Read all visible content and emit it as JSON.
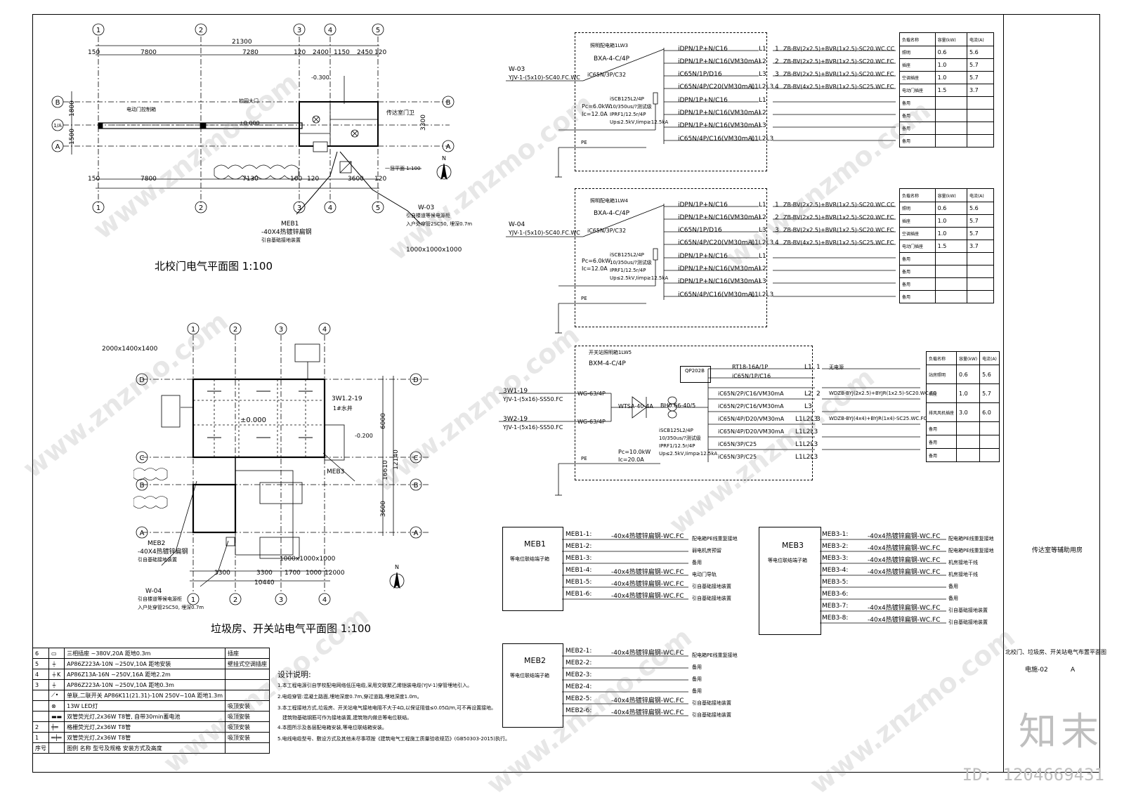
{
  "plan1": {
    "title": "北校门电气平面图 1:100",
    "axes_top": [
      "①",
      "②",
      "③",
      "④",
      "⑤"
    ],
    "axes_side": [
      "Ⓑ",
      "1/A",
      "Ⓐ"
    ],
    "dims_total": "21300",
    "dims_top": [
      "150",
      "7800",
      "7280",
      "120",
      "2400",
      "1150",
      "2450",
      "120"
    ],
    "dims_bottom": [
      "150",
      "7800",
      "7130",
      "100",
      "120",
      "3600",
      "120"
    ],
    "dims_side": [
      "1800",
      "1500",
      "3300"
    ],
    "notes": [
      "MEB1",
      "-40X4热镀锌扁钢",
      "引自基础接地装置",
      "W-03",
      "引自楼道等候电源柜",
      "入户处穿管2SC50, 埋深0.7m",
      "1000x1000x1000",
      "传达室门卫",
      "-0.300",
      "±0.000",
      "校园大门",
      "电动门控制箱",
      "一层平面 1:100"
    ]
  },
  "plan2": {
    "title": "垃圾房、开关站电气平面图 1:100",
    "axes_top": [
      "①",
      "②",
      "③",
      "④"
    ],
    "axes_side": [
      "Ⓓ",
      "Ⓒ",
      "Ⓑ",
      "Ⓐ"
    ],
    "dims_bottom": [
      "3300",
      "3300",
      "1700",
      "1000",
      "12000",
      "10440"
    ],
    "dims_side": [
      "6000",
      "3600",
      "12140",
      "16610"
    ],
    "notes": [
      "MEB2",
      "-40X4热镀锌扁钢",
      "引自基础接地装置",
      "W-04",
      "引自楼道等候电源柜",
      "入户处穿管2SC50, 埋深0.7m",
      "MEB3",
      "1000x1000x1000",
      "2000x1400x1400",
      "3W1.2-19",
      "±0.000",
      "-0.200",
      "1#水井"
    ]
  },
  "schem1": {
    "panel": "照明配电箱1LW3",
    "box": "BXA-4-C/4P",
    "feeder": "W-03",
    "cable": "YJV-1-(5x10)-SC40.FC.WC",
    "breaker": "iC65N/3P/C32",
    "spd": [
      "iSCB125L2/4P",
      "10/350us/?测试级",
      "IPRF1/12.5r/4P",
      "Up≤2.5kV,Iimp≥12.5kA"
    ],
    "pc": "Pc=6.0kW",
    "ic": "Ic=12.0A",
    "pe": "PE",
    "circuits": [
      {
        "br": "iDPN/1P+N/C16",
        "ph": "L1",
        "no": "1",
        "cable": "ZB-BV(2x2.5)+BVR(1x2.5)-SC20.WC.CC"
      },
      {
        "br": "iDPN/1P+N/C16(VM30mA)",
        "ph": "L2",
        "no": "2",
        "cable": "ZB-BV(2x2.5)+BVR(1x2.5)-SC20.WC.FC"
      },
      {
        "br": "iC65N/1P/D16",
        "ph": "L3",
        "no": "3",
        "cable": "ZB-BV(2x2.5)+BVR(1x2.5)-SC20.WC.FC"
      },
      {
        "br": "iC65N/4P/C20(VM30mA)",
        "ph": "L1L2L3",
        "no": "4",
        "cable": "ZB-BV(4x2.5)+BVR(1x2.5)-SC25.WC.FC"
      },
      {
        "br": "iDPN/1P+N/C16",
        "ph": "L1",
        "no": "",
        "cable": ""
      },
      {
        "br": "iDPN/1P+N/C16(VM30mA)",
        "ph": "L2",
        "no": "",
        "cable": ""
      },
      {
        "br": "iDPN/1P+N/C16(VM30mA)",
        "ph": "L3",
        "no": "",
        "cable": ""
      },
      {
        "br": "iC65N/4P/C16(VM30mA)",
        "ph": "L1L2L3",
        "no": "",
        "cable": ""
      }
    ],
    "table_head": [
      "负载名称",
      "容量(kW)",
      "电流(A)"
    ],
    "table": [
      [
        "照明",
        "0.6",
        "5.6"
      ],
      [
        "插座",
        "1.0",
        "5.7"
      ],
      [
        "空调插座",
        "1.0",
        "5.7"
      ],
      [
        "电动门插座",
        "1.5",
        "3.7"
      ],
      [
        "备用",
        "",
        ""
      ],
      [
        "备用",
        "",
        ""
      ],
      [
        "备用",
        "",
        ""
      ],
      [
        "备用",
        "",
        ""
      ]
    ]
  },
  "schem2": {
    "panel": "照明配电箱1LW4",
    "box": "BXA-4-C/4P",
    "feeder": "W-04",
    "cable": "YJV-1-(5x10)-SC40.FC.WC",
    "breaker": "iC65N/3P/C32",
    "pc": "Pc=6.0kW",
    "ic": "Ic=12.0A",
    "pe": "PE",
    "table": [
      [
        "照明",
        "0.6",
        "5.6"
      ],
      [
        "插座",
        "1.0",
        "5.7"
      ],
      [
        "空调插座",
        "1.0",
        "5.7"
      ],
      [
        "电动门插座",
        "1.5",
        "3.7"
      ],
      [
        "备用",
        "",
        ""
      ],
      [
        "备用",
        "",
        ""
      ],
      [
        "备用",
        "",
        ""
      ],
      [
        "备用",
        "",
        ""
      ]
    ]
  },
  "schem3": {
    "panel": "开关站照明箱1LW5",
    "box": "BXM-4-C/4P",
    "feed1": "3W1-19",
    "feed2": "3W2-19",
    "cable": "YJV-1-(5x16)-SS50.FC",
    "sw": "WG-63/4P",
    "ats": "WTSA-40-4A",
    "spd": "BH0.66-40/5",
    "qp": "QP202B",
    "pc": "Pc=10.0kW",
    "ic": "Ic=20.0A",
    "pe": "PE",
    "circuits": [
      {
        "br": "RT18-16A/1P",
        "ph": "L1",
        "no": "1",
        "cable": "无电源"
      },
      {
        "br": "iC65N/1P/C16",
        "ph": "",
        "no": "",
        "cable": ""
      },
      {
        "br": "iC65N/2P/C16/VM30mA",
        "ph": "L2",
        "no": "2",
        "cable": "WDZB-BYJ(2x2.5)+BYJR(1x2.5)-SC20.WC.FC"
      },
      {
        "br": "iC65N/2P/C16/VM30mA",
        "ph": "L3",
        "no": "",
        "cable": ""
      },
      {
        "br": "iC65N/4P/D20/VM30mA",
        "ph": "L1L2L3",
        "no": "3",
        "cable": "WDZB-BYJ(4x4)+BYJR(1x4)-SC25.WC.FC"
      },
      {
        "br": "iC65N/4P/D20/VM30mA",
        "ph": "L1L2L3",
        "no": "",
        "cable": ""
      },
      {
        "br": "iC65N/3P/C25",
        "ph": "L1L2L3",
        "no": "",
        "cable": ""
      },
      {
        "br": "iC65N/3P/C25",
        "ph": "L1L2L3",
        "no": "",
        "cable": ""
      }
    ],
    "table": [
      [
        "站房照明",
        "0.6",
        "5.6"
      ],
      [
        "插座",
        "1.0",
        "5.7"
      ],
      [
        "排风风机插座",
        "3.0",
        "6.0"
      ],
      [
        "备用",
        "",
        ""
      ],
      [
        "备用",
        "",
        ""
      ],
      [
        "备用",
        "",
        ""
      ]
    ]
  },
  "meb1": {
    "name": "MEB1",
    "sub": "等电位联结端子箱",
    "rows": [
      [
        "MEB1-1:",
        "-40x4热镀锌扁钢-WC.FC",
        "配电箱PE线重复接地"
      ],
      [
        "MEB1-2:",
        "",
        "弱电机房预留"
      ],
      [
        "MEB1-3:",
        "",
        "备用"
      ],
      [
        "MEB1-4:",
        "-40x4热镀锌扁钢-WC.FC",
        "电动门导轨"
      ],
      [
        "MEB1-5:",
        "-40x4热镀锌扁钢-WC.FC",
        "引自基础接地装置"
      ],
      [
        "MEB1-6:",
        "-40x4热镀锌扁钢-WC.FC",
        "引自基础接地装置"
      ]
    ]
  },
  "meb2": {
    "name": "MEB2",
    "sub": "等电位联结端子箱",
    "rows": [
      [
        "MEB2-1:",
        "-40x4热镀锌扁钢-WC.FC",
        "配电箱PE线重复接地"
      ],
      [
        "MEB2-2:",
        "",
        "备用"
      ],
      [
        "MEB2-3:",
        "",
        "备用"
      ],
      [
        "MEB2-4:",
        "",
        "备用"
      ],
      [
        "MEB2-5:",
        "-40x4热镀锌扁钢-WC.FC",
        "引自基础接地装置"
      ],
      [
        "MEB2-6:",
        "-40x4热镀锌扁钢-WC.FC",
        "引自基础接地装置"
      ]
    ]
  },
  "meb3": {
    "name": "MEB3",
    "sub": "等电位联结端子箱",
    "rows": [
      [
        "MEB3-1:",
        "-40x4热镀锌扁钢-WC.FC",
        "配电箱PE线重复接地"
      ],
      [
        "MEB3-2:",
        "-40x4热镀锌扁钢-WC.FC",
        "配电箱PE线重复接地"
      ],
      [
        "MEB3-3:",
        "-40x4热镀锌扁钢-WC.FC",
        "机房接地干线"
      ],
      [
        "MEB3-4:",
        "-40x4热镀锌扁钢-WC.FC",
        "机房接地干线"
      ],
      [
        "MEB3-5:",
        "",
        "备用"
      ],
      [
        "MEB3-6:",
        "",
        "备用"
      ],
      [
        "MEB3-7:",
        "-40x4热镀锌扁钢-WC.FC",
        "引自基础接地装置"
      ],
      [
        "MEB3-8:",
        "-40x4热镀锌扁钢-WC.FC",
        "引自基础接地装置"
      ]
    ]
  },
  "legend": {
    "rows": [
      [
        "6",
        "三相插座 ~380V,20A 距地0.3m",
        "插座"
      ],
      [
        "5",
        "AP86Z223A-10N ~250V,10A 距地安装",
        "壁挂式空调插座"
      ],
      [
        "4",
        "AP86Z13A-16N ~250V,16A 距地2.2m",
        ""
      ],
      [
        "3",
        "AP86Z223A-10N ~250V,10A 距地0.3m",
        ""
      ],
      [
        "",
        "单联,二联开关 AP86K11(21.31)-10N 250V~10A 距地1.3m",
        ""
      ],
      [
        "",
        "13W LED灯",
        "吸顶安装"
      ],
      [
        "",
        "双管荧光灯,2x36W T8管, 自带30min蓄电池",
        "吸顶安装"
      ],
      [
        "2",
        "格栅荧光灯,2x36W T8管",
        "吸顶安装"
      ],
      [
        "1",
        "双管荧光灯,2x36W T8管",
        "吸顶安装"
      ],
      [
        "序号",
        "图例  名称  型号及规格  安装方式及高度",
        ""
      ]
    ]
  },
  "notes": {
    "heading": "设计说明:",
    "lines": [
      "1.本工程电源引自学校配电网络低压电缆,采用交联聚乙烯铠装电缆(YJV-1)穿管埋地引入。",
      "2.电缆穿管:混凝土路面,埋地深度0.7m,穿过道路,埋地深度1.0m。",
      "3.本工程接地方式,垃圾房、开关站电气接地电阻不大于4Ω,以保证阻值≤0.05Ω/m,可不再设置接地。",
      "建筑物基础钢筋可作为接地装置,建筑物内做总等电位联结。",
      "4.本图所示及各层配电箱安装,等电位联结箱安装。",
      "5.电线电缆型号、敷设方式及其他未尽事项按《建筑电气工程施工质量验收规范》(GB50303-2015)执行。"
    ]
  },
  "titleblock": {
    "project": "传达室等辅助用房",
    "drawing": "北校门、垃圾房、开关站电气布置平面图",
    "number": "电施-02",
    "rev": "A"
  },
  "brand": {
    "logo": "知末",
    "id": "ID: 1204669431",
    "watermark": "www.znzmo.com"
  }
}
